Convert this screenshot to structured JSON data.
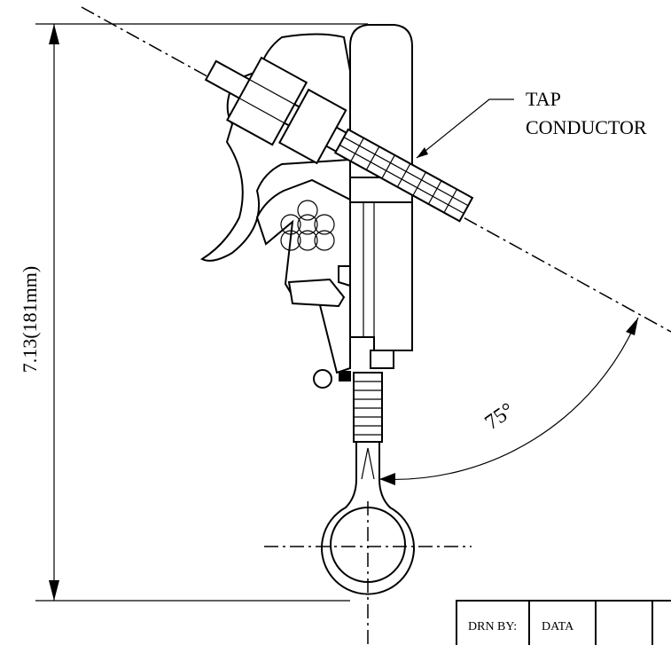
{
  "callout": {
    "line1": "TAP",
    "line2": "CONDUCTOR"
  },
  "dimension": {
    "height_label": "7.13(181mm)"
  },
  "angle": {
    "label": "75°"
  },
  "title_block": {
    "drawn_by_label": "DRN BY:",
    "drawn_by_value": "DATA"
  }
}
